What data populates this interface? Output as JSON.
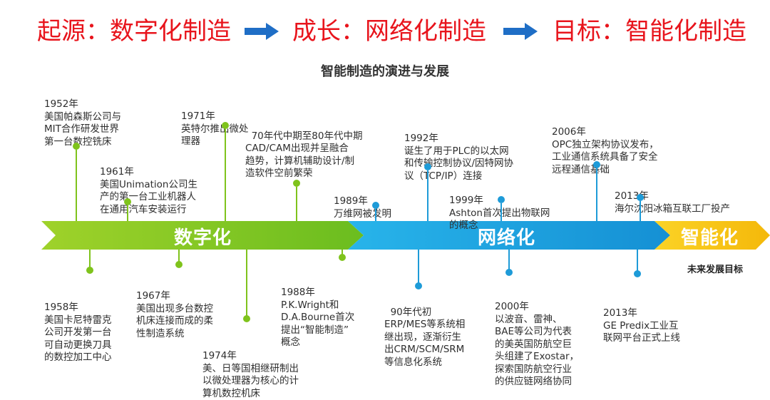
{
  "header": {
    "stage1": "起源：数字化制造",
    "stage2": "成长：网络化制造",
    "stage3": "目标：智能化制造"
  },
  "title": "智能制造的演进与发展",
  "segments": {
    "digital": "数字化",
    "network": "网络化",
    "smart": "智能化"
  },
  "future_goal": "未来发展目标",
  "colors": {
    "header_red": "#e8141c",
    "arrow_blue": "#1f6ec6",
    "green": "#7fc31c",
    "blue": "#1e9bd8",
    "yellow": "#f7c511"
  },
  "events_above": [
    {
      "year": "1952年",
      "text": "美国帕森斯公司与\nMIT合作研发世界\n第一台数控铣床"
    },
    {
      "year": "1961年",
      "text": "美国Unimation公司生\n产的第一台工业机器人\n在通用汽车安装运行"
    },
    {
      "year": "1971年",
      "text": "英特尔推出微处\n理器"
    },
    {
      "year": "",
      "text": "70年代中期至80年代中期\nCAD/CAM出现并呈融合\n趋势，计算机辅助设计/制\n造软件空前繁荣"
    },
    {
      "year": "1989年",
      "text": "万维网被发明"
    },
    {
      "year": "1992年",
      "text": "诞生了用于PLC的以太网\n和传输控制协议/因特网协\n议（TCP/IP）连接"
    },
    {
      "year": "1999年",
      "text": "Ashton首次提出物联网\n的概念"
    },
    {
      "year": "2006年",
      "text": "OPC独立架构协议发布，\n工业通信系统具备了安全\n远程通信基础"
    },
    {
      "year": "2013年",
      "text": "海尔沈阳冰箱互联工厂投产"
    }
  ],
  "events_below": [
    {
      "year": "1958年",
      "text": "美国卡尼特雷克\n公司开发第一台\n可自动更换刀具\n的数控加工中心"
    },
    {
      "year": "1967年",
      "text": "美国出现多台数控\n机床连接而成的柔\n性制造系统"
    },
    {
      "year": "1974年",
      "text": "美、日等国相继研制出\n以微处理器为核心的计\n算机数控机床"
    },
    {
      "year": "1988年",
      "text": "P.K.Wright和\nD.A.Bourne首次\n提出“智能制造”\n概念"
    },
    {
      "year": "",
      "text": "90年代初\nERP/MES等系统相\n继出现，逐渐衍生\n出CRM/SCM/SRM\n等信息化系统"
    },
    {
      "year": "2000年",
      "text": "以波音、雷神、\nBAE等公司为代表\n的美英国防航空巨\n头组建了Exostar，\n探索国防航空行业\n的供应链网络协同"
    },
    {
      "year": "2013年",
      "text": "GE Predix工业互\n联网平台正式上线"
    }
  ]
}
